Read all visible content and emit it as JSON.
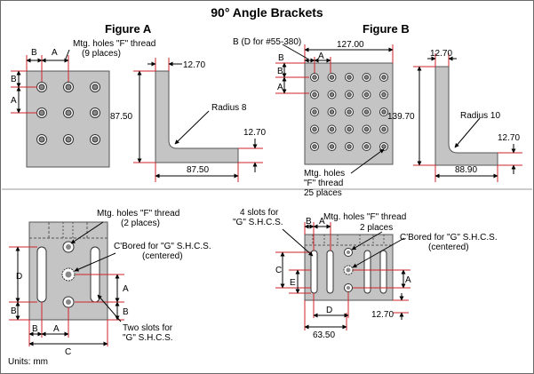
{
  "title": "90° Angle Brackets",
  "figure_a_title": "Figure A",
  "figure_b_title": "Figure B",
  "units": "Units: mm",
  "fig_a": {
    "b": "B",
    "a": "A",
    "holes_note_1": "Mtg. holes \"F\" thread",
    "holes_note_2": "(9 places)",
    "thickness": "12.70",
    "height": "87.50",
    "radius": "Radius 8",
    "flange_thickness": "12.70",
    "length": "87.50"
  },
  "fig_b": {
    "b_note": "B (D for #55-380)",
    "width": "127.00",
    "b": "B",
    "a": "A",
    "thickness": "12.70",
    "height": "139.70",
    "radius": "Radius 10",
    "flange_thickness": "12.70",
    "length": "88.90",
    "holes_note_1": "Mtg. holes",
    "holes_note_2": "\"F\" thread",
    "holes_note_3": "25 places"
  },
  "fig_c": {
    "holes_note_1": "Mtg. holes \"F\" thread",
    "holes_note_2": "(2 places)",
    "cbore_1": "C'Bored for \"G\" S.H.C.S.",
    "cbore_2": "(centered)",
    "d": "D",
    "a": "A",
    "b_left": "B",
    "b_right": "B",
    "b_bottom": "B",
    "a_bottom": "A",
    "c_bottom": "C",
    "slots_1": "Two slots for",
    "slots_2": "\"G\" S.H.C.S."
  },
  "fig_d": {
    "slots_1": "4 slots for",
    "slots_2": "\"G\" S.H.C.S.",
    "holes_note_1": "Mtg. holes \"F\" thread",
    "holes_note_2": "2 places",
    "cbore_1": "C'Bored for \"G\" S.H.C.S.",
    "cbore_2": "(centered)",
    "b_top": "B",
    "a_top": "A",
    "c": "C",
    "e": "E",
    "a_right": "A",
    "d_bottom": "D",
    "width": "63.50",
    "thickness": "12.70"
  }
}
